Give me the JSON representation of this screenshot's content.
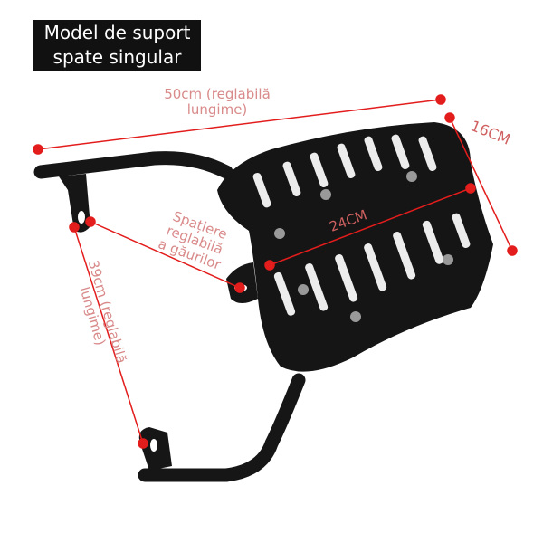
{
  "title": {
    "line1": "Model de suport",
    "line2": "spate singular"
  },
  "annotations": {
    "width_line1": "50cm (reglabilă",
    "width_line2": "lungime)",
    "plate_height": "16CM",
    "plate_width": "24CM",
    "hole_line1": "Spațiere",
    "hole_line2": "reglabilă",
    "hole_line3": "a găurilor",
    "length_line1": "39cm (reglabilă",
    "length_line2": "lungime)"
  },
  "colors": {
    "annotation": "#e31c1c",
    "label": "#d98a8a",
    "product": "#141414"
  }
}
